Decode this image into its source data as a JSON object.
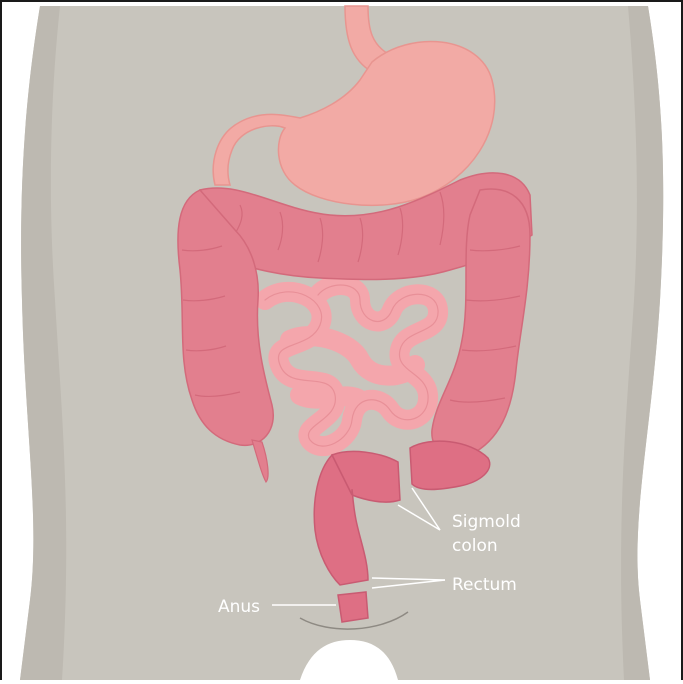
{
  "labels": {
    "sigmoid_line1": "Sigmold",
    "sigmoid_line2": "colon",
    "rectum": "Rectum",
    "anus": "Anus"
  },
  "colors": {
    "background": "#ffffff",
    "body_silhouette": "#c8c5bd",
    "stomach": "#f2aaa5",
    "large_intestine": "#e27f8e",
    "small_intestine": "#f4a6ac",
    "sigmoid_rectum": "#de6f84",
    "label_text": "#ffffff",
    "leader_lines": "#ffffff"
  }
}
